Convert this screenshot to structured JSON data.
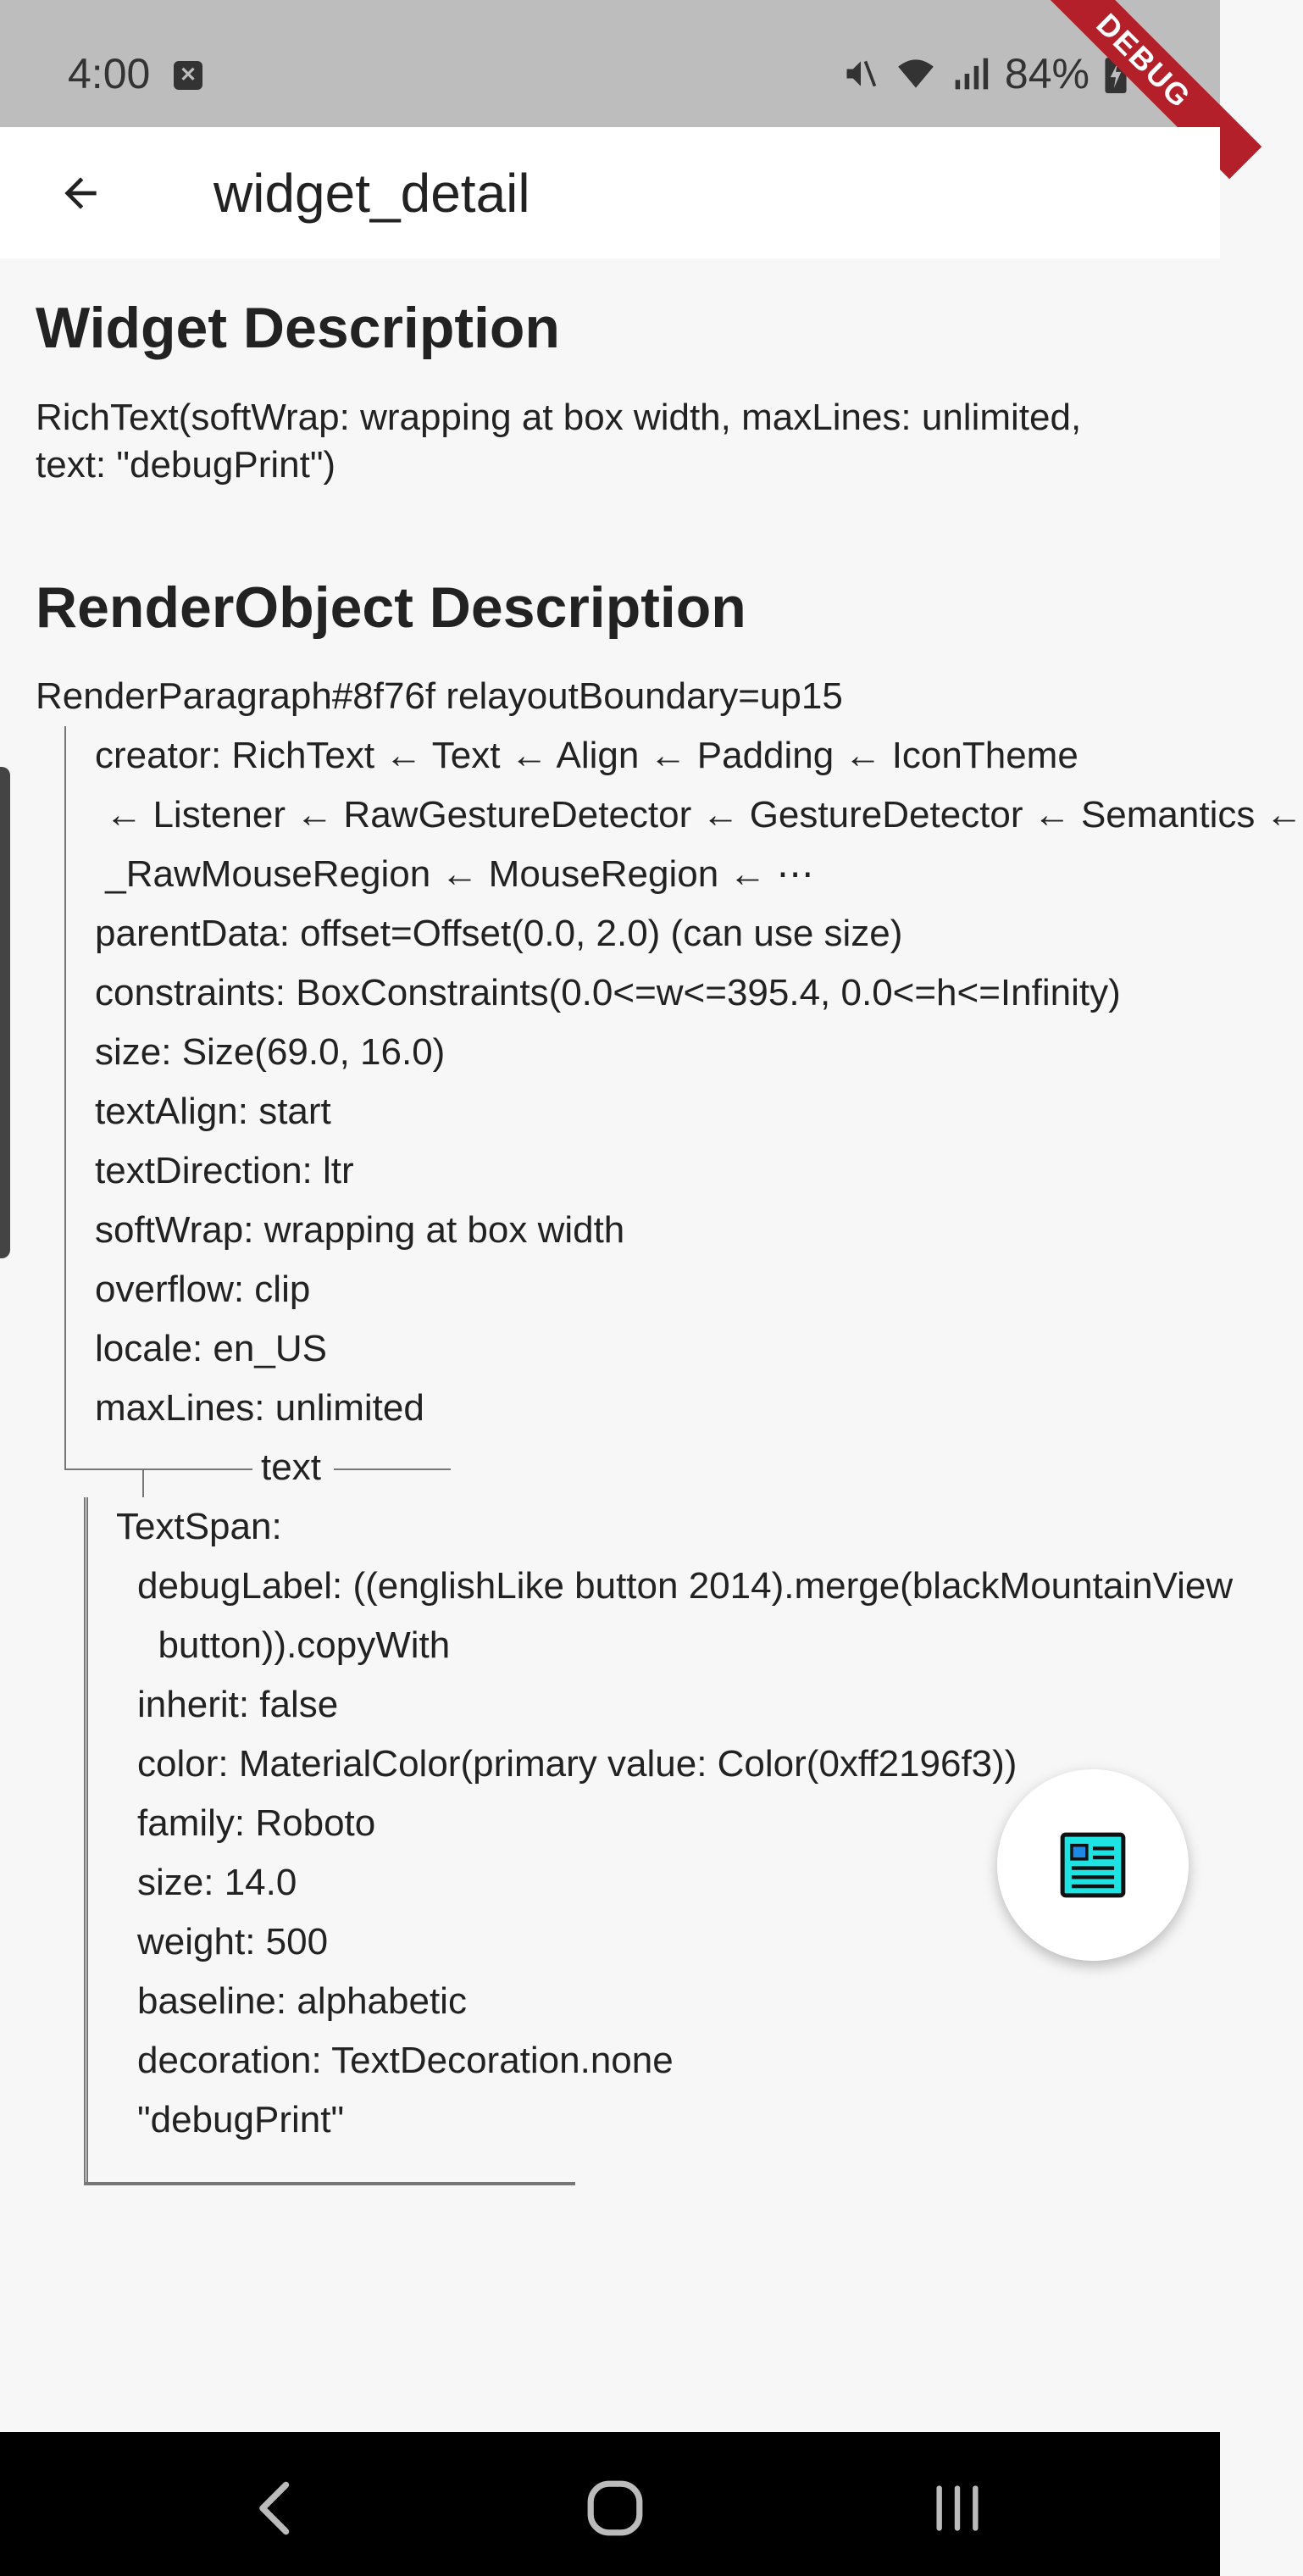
{
  "status_bar": {
    "time": "4:00",
    "notification_icon": "x-box-icon",
    "battery": "84%",
    "icons": [
      "mute-icon",
      "wifi-icon",
      "signal-icon",
      "battery-charging-icon"
    ]
  },
  "debug_banner": "DEBUG",
  "app_bar": {
    "back_icon": "arrow-back-icon",
    "title": "widget_detail"
  },
  "widget_section": {
    "title": "Widget Description",
    "text": "RichText(softWrap: wrapping at box width, maxLines: unlimited, text: \"debugPrint\")"
  },
  "render_section": {
    "title": "RenderObject Description",
    "header": "RenderParagraph#8f76f relayoutBoundary=up15",
    "properties": [
      "creator: RichText ← Text ← Align ← Padding ← IconTheme",
      " ← Listener ← RawGestureDetector ← GestureDetector ← Semantics ←",
      " _RawMouseRegion ← MouseRegion ← ⋯",
      "parentData: offset=Offset(0.0, 2.0) (can use size)",
      "constraints: BoxConstraints(0.0<=w<=395.4, 0.0<=h<=Infinity)",
      "size: Size(69.0, 16.0)",
      "textAlign: start",
      "textDirection: ltr",
      "softWrap: wrapping at box width",
      "overflow: clip",
      "locale: en_US",
      "maxLines: unlimited"
    ],
    "text_label": "text",
    "span_header": "TextSpan:",
    "span_props": [
      "debugLabel: ((englishLike button 2014).merge(blackMountainView",
      "  button)).copyWith",
      "inherit: false",
      "color: MaterialColor(primary value: Color(0xff2196f3))",
      "family: Roboto",
      "size: 14.0",
      "weight: 500",
      "baseline: alphabetic",
      "decoration: TextDecoration.none",
      "\"debugPrint\""
    ]
  },
  "fab": {
    "icon": "article-icon",
    "accent": "#1ee3e3"
  },
  "nav_bar": {
    "icons": [
      "nav-back-icon",
      "nav-home-icon",
      "nav-recents-icon"
    ]
  }
}
